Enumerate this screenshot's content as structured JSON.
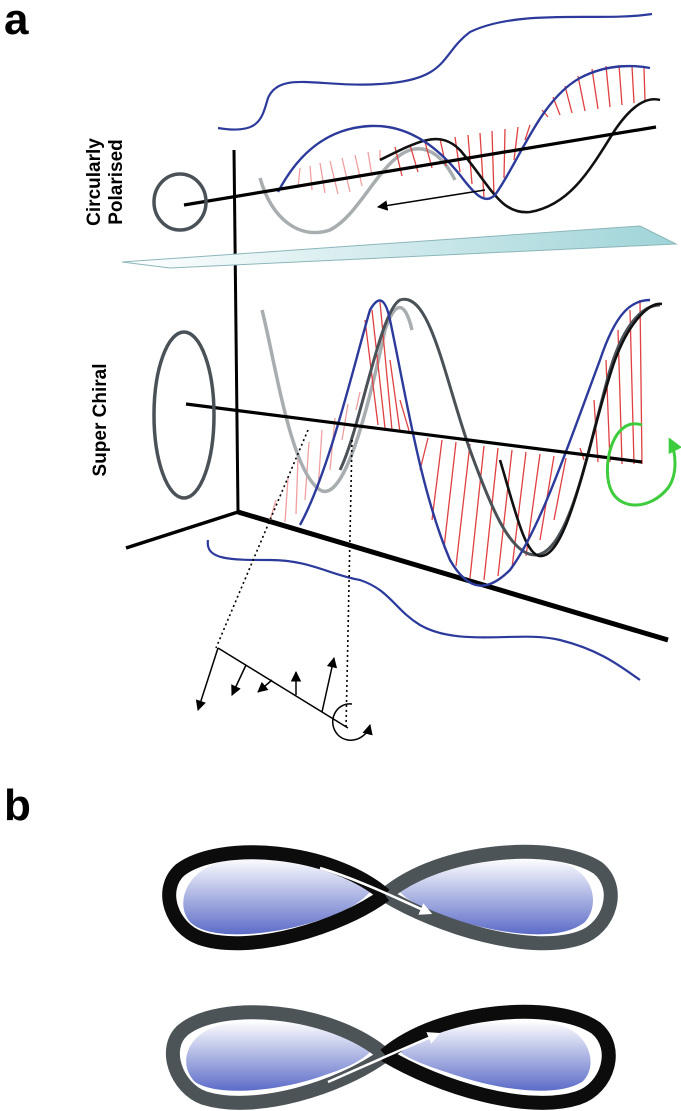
{
  "panel_a": {
    "label": "a",
    "top_label_line1": "Circularly",
    "top_label_line2": "Polarised",
    "bottom_label": "Super Chiral"
  },
  "panel_b": {
    "label": "b"
  },
  "colors": {
    "blue_envelope": "#2c3a9c",
    "red_field": "#e04040",
    "pink_field": "#f0a0a0",
    "dark_grey": "#4a5258",
    "light_grey": "#a8aeb0",
    "green_arrow": "#3ccc3c",
    "plane_fill": "#cde8ea",
    "ribbon_dark": "#0c0c0c",
    "ribbon_grey": "#4c5458",
    "ribbon_blue": "#6a7ad0"
  }
}
